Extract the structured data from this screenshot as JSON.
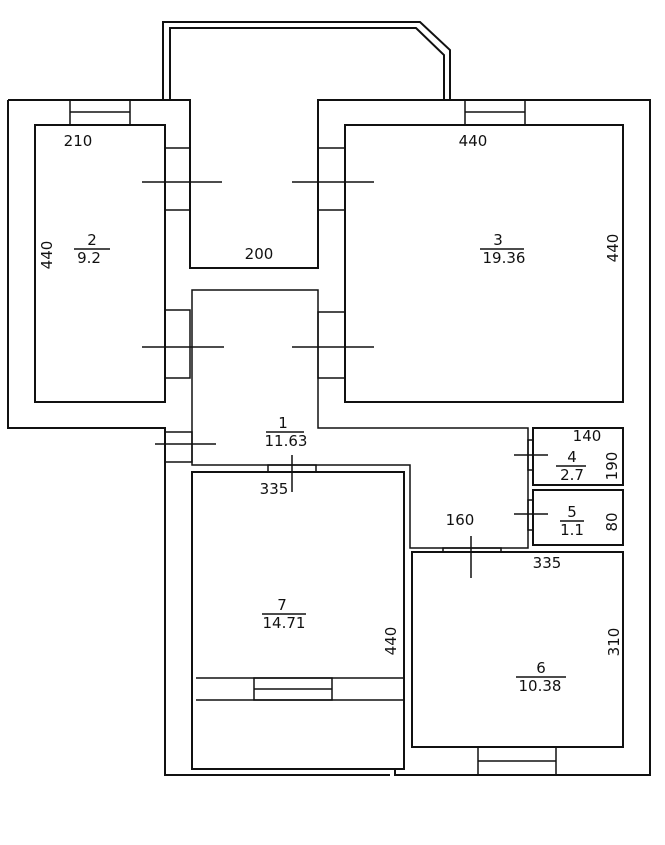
{
  "plan": {
    "rooms": [
      {
        "id": "r1",
        "number": "1",
        "area": "11.63"
      },
      {
        "id": "r2",
        "number": "2",
        "area": "9.2"
      },
      {
        "id": "r3",
        "number": "3",
        "area": "19.36"
      },
      {
        "id": "r4",
        "number": "4",
        "area": "2.7"
      },
      {
        "id": "r5",
        "number": "5",
        "area": "1.1"
      },
      {
        "id": "r6",
        "number": "6",
        "area": "10.38"
      },
      {
        "id": "r7",
        "number": "7",
        "area": "14.71"
      }
    ],
    "dimensions": {
      "room2_width": "210",
      "room2_height": "440",
      "corridor_width": "200",
      "room3_width": "440",
      "room3_height": "440",
      "room4_width": "140",
      "room4_height": "190",
      "room5_height": "80",
      "passage_width": "160",
      "room7_width": "335",
      "room7_height": "440",
      "room6_width": "335",
      "room6_height": "310"
    },
    "colors": {
      "line": "#111111",
      "background": "#ffffff"
    }
  }
}
